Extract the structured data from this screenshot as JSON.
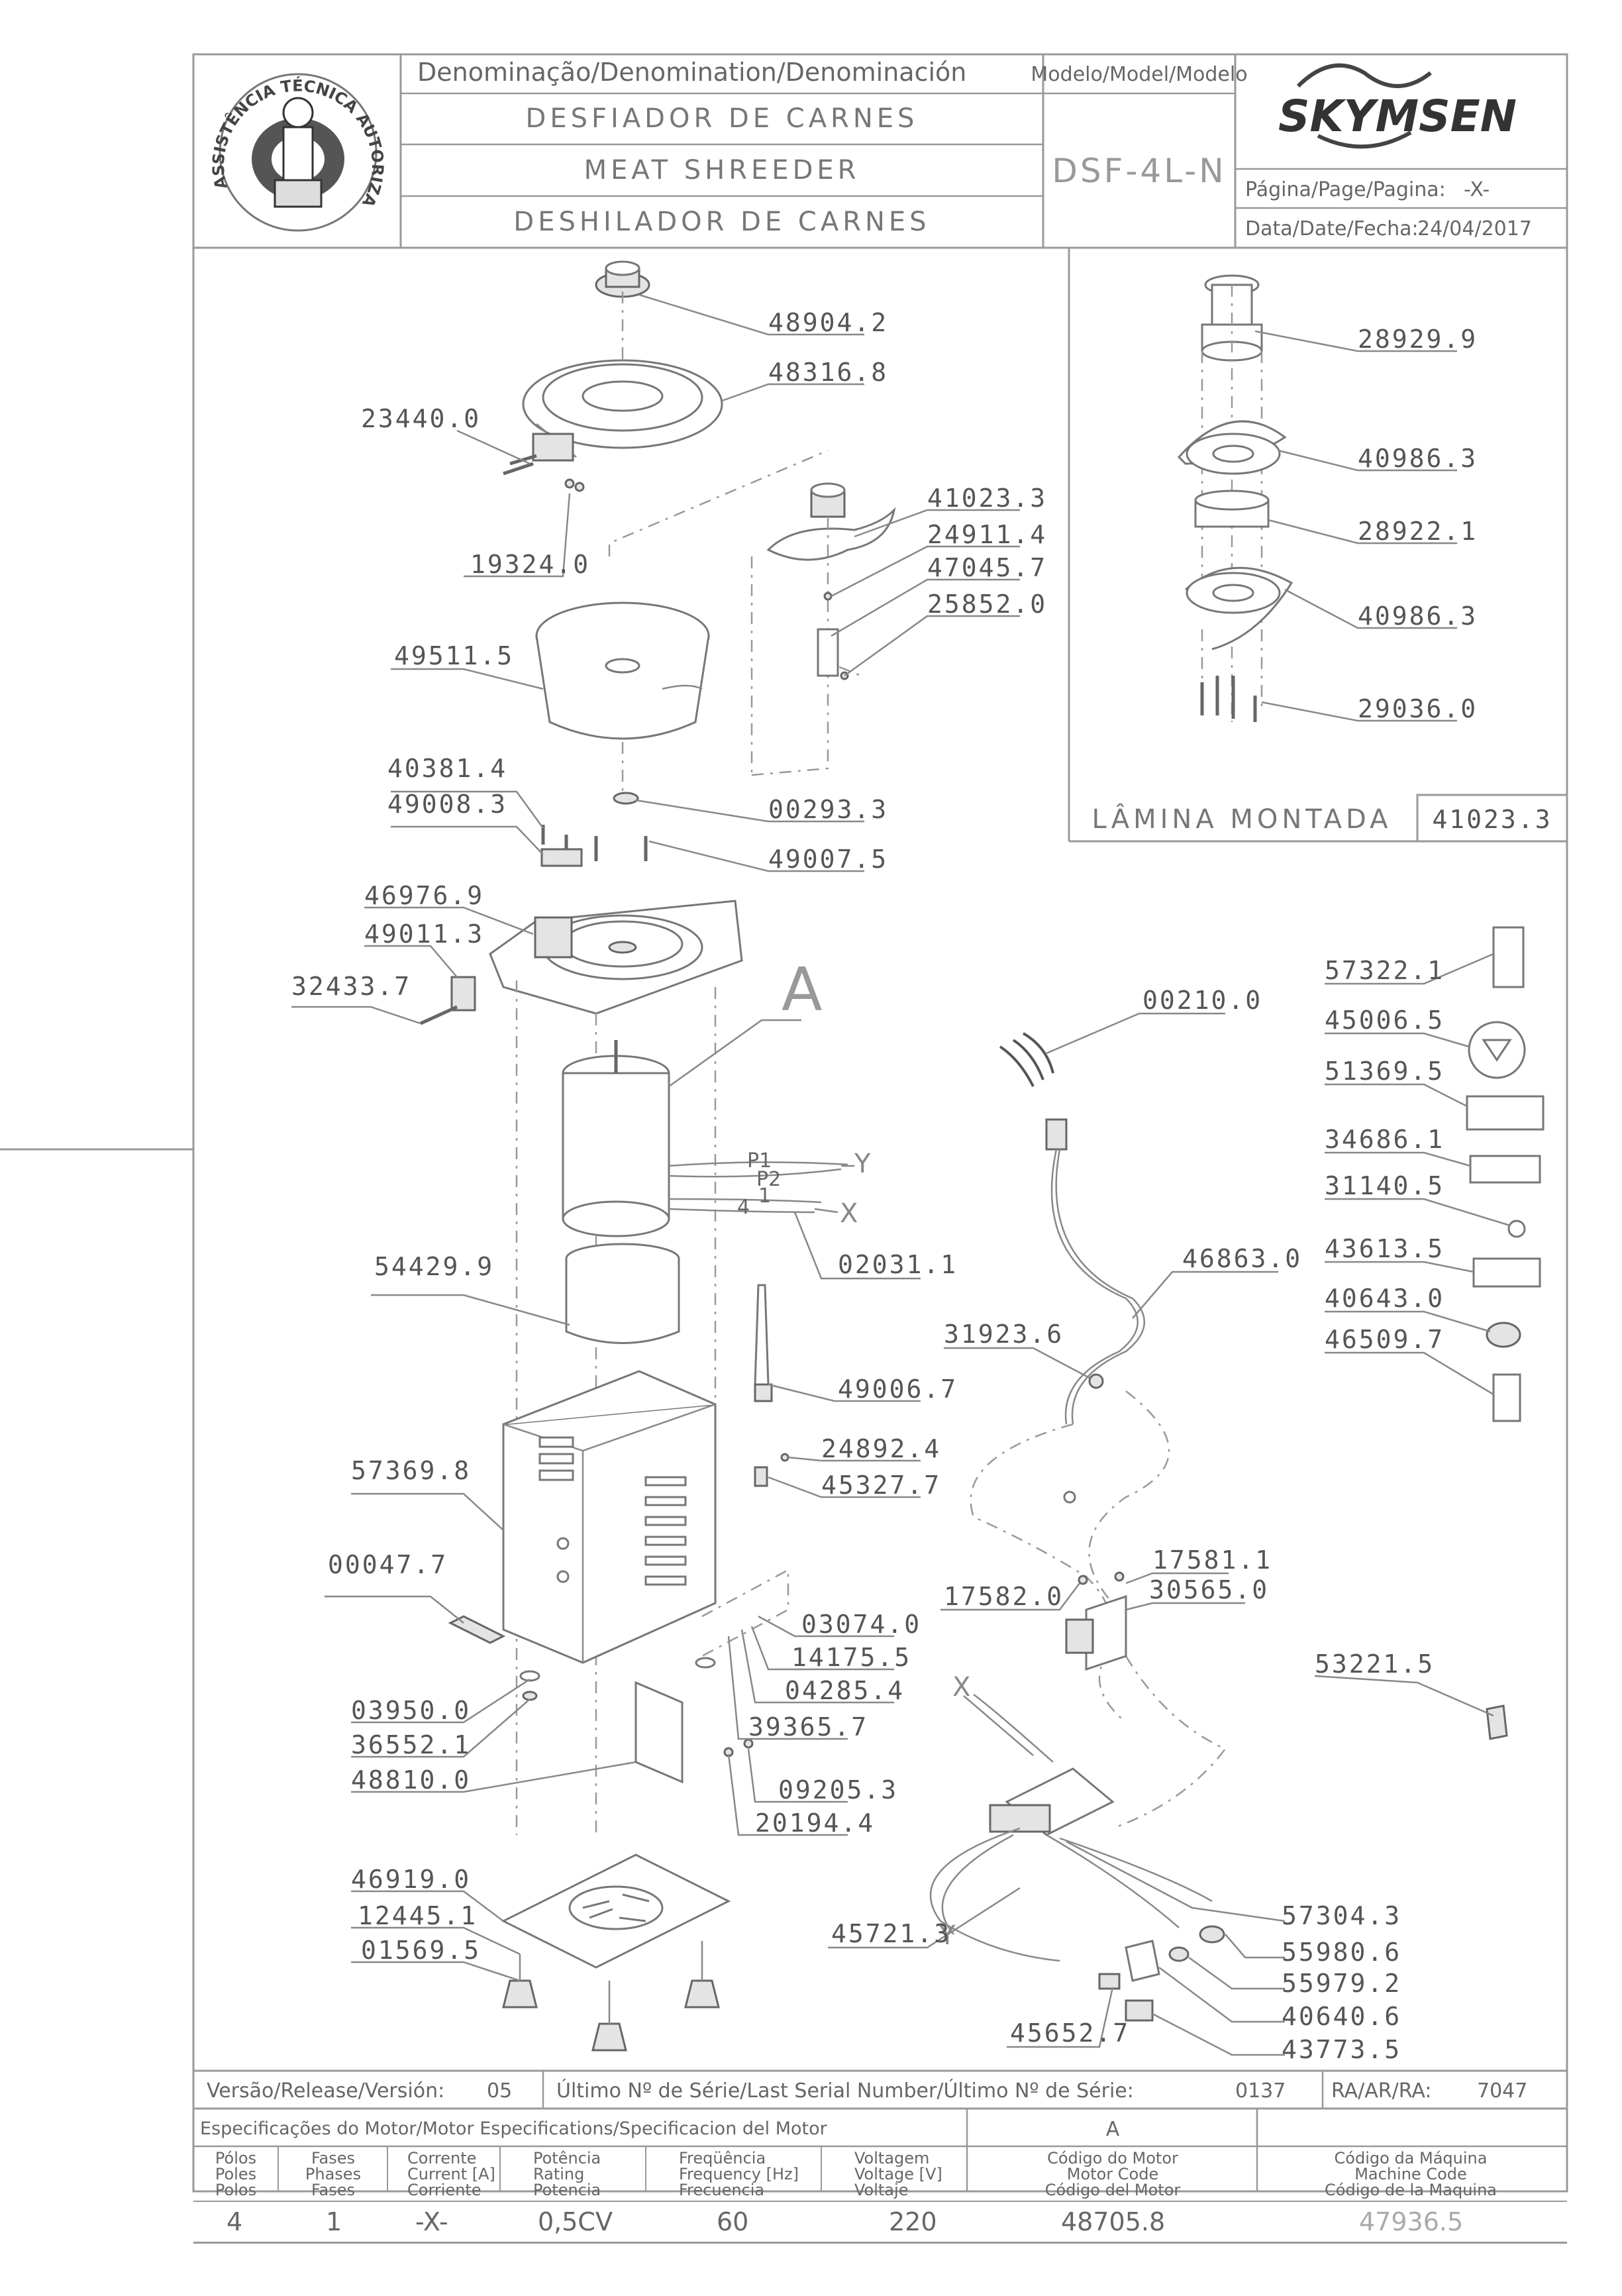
{
  "header": {
    "denomination_label": "Denominação/Denomination/Denominación",
    "name_pt": "DESFIADOR DE CARNES",
    "name_en": "MEAT SHREEDER",
    "name_es": "DESHILADOR DE CARNES",
    "model_label": "Modelo/Model/Modelo",
    "model": "DSF-4L-N",
    "brand": "SKYMSEN",
    "page_label": "Página/Page/Pagina:",
    "page_value": "-X-",
    "date_label": "Data/Date/Fecha:",
    "date_value": "24/04/2017",
    "seal_text": "ASSISTÊNCIA TÉCNICA AUTORIZADA"
  },
  "inset": {
    "title": "LÂMINA MONTADA",
    "code": "41023.3",
    "parts": [
      "28929.9",
      "40986.3",
      "28922.1",
      "40986.3",
      "29036.0"
    ]
  },
  "parts_left": [
    "48904.2",
    "48316.8",
    "23440.0",
    "19324.0",
    "41023.3",
    "24911.4",
    "47045.7",
    "25852.0",
    "49511.5",
    "40381.4",
    "49008.3",
    "00293.3",
    "49007.5",
    "46976.9",
    "49011.3",
    "32433.7",
    "54429.9",
    "02031.1",
    "49006.7",
    "24892.4",
    "45327.7",
    "57369.8",
    "00047.7",
    "03074.0",
    "14175.5",
    "04285.4",
    "39365.7",
    "03950.0",
    "36552.1",
    "48810.0",
    "09205.3",
    "20194.4",
    "46919.0",
    "12445.1",
    "01569.5"
  ],
  "parts_right": [
    "57322.1",
    "45006.5",
    "51369.5",
    "34686.1",
    "31140.5",
    "43613.5",
    "40643.0",
    "46509.7",
    "00210.0",
    "46863.0",
    "31923.6",
    "17581.1",
    "30565.0",
    "17582.0",
    "53221.5",
    "57304.3",
    "55980.6",
    "55979.2",
    "40640.6",
    "43773.5",
    "45721.3",
    "45652.7"
  ],
  "callouts": {
    "motor": "A",
    "wire_y": "Y",
    "wire_x": "X",
    "wire_p1": "P1",
    "wire_p2": "P2",
    "wire_1": "1",
    "wire_4": "4"
  },
  "footer": {
    "release_label": "Versão/Release/Versión:",
    "release_value": "05",
    "serial_label": "Último Nº de Série/Last Serial Number/Último Nº de Série:",
    "serial_value": "0137",
    "ra_label": "RA/AR/RA:",
    "ra_value": "7047",
    "spec_label": "Especificações do Motor/Motor Especifications/Specificacion del Motor",
    "spec_ref": "A",
    "columns": [
      [
        "Pólos",
        "Poles",
        "Polos"
      ],
      [
        "Fases",
        "Phases",
        "Fases"
      ],
      [
        "Corrente",
        "Current [A]",
        "Corriente"
      ],
      [
        "Potência",
        "Rating",
        "Potencia"
      ],
      [
        "Freqüência",
        "Frequency [Hz]",
        "Frecuencia"
      ],
      [
        "Voltagem",
        "Voltage [V]",
        "Voltaje"
      ],
      [
        "Código do Motor",
        "Motor Code",
        "Código del Motor"
      ],
      [
        "Código da Máquina",
        "Machine Code",
        "Código de la Maquina"
      ]
    ],
    "values": [
      "4",
      "1",
      "-X-",
      "0,5CV",
      "60",
      "220",
      "48705.8",
      "47936.5"
    ]
  }
}
